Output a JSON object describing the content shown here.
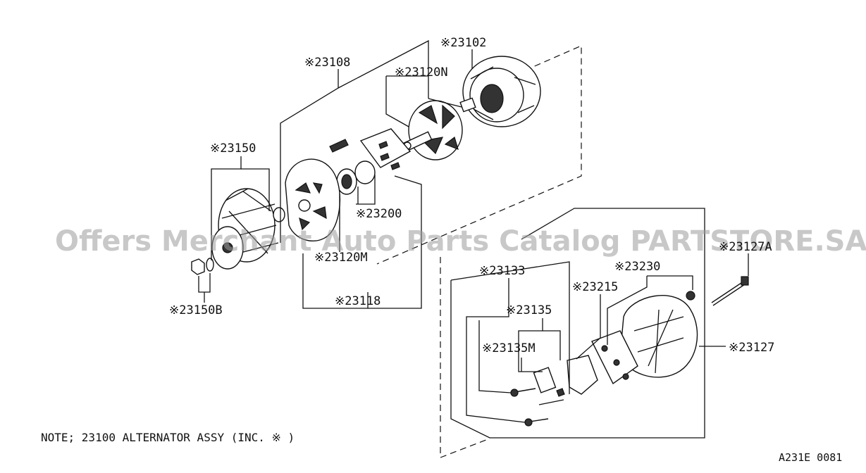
{
  "labels": {
    "p23102": "※23102",
    "p23108": "※23108",
    "p23120n": "※23120N",
    "p23150": "※23150",
    "p23200": "※23200",
    "p23120m": "※23120M",
    "p23118": "※23118",
    "p23150b": "※23150B",
    "p23127a": "※23127A",
    "p23133": "※23133",
    "p23230": "※23230",
    "p23215": "※23215",
    "p23135": "※23135",
    "p23135m": "※23135M",
    "p23127": "※23127"
  },
  "note": "NOTE; 23100  ALTERNATOR ASSY (INC. ※ )",
  "diagram_code": "A231E 0081",
  "watermark": "Offers Merchant Auto Parts Catalog PARTSTORE.SA"
}
